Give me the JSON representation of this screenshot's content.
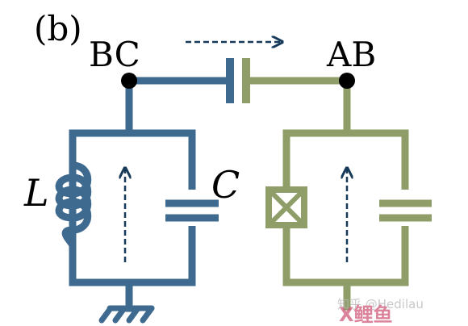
{
  "figure": {
    "panel_label": "(b)",
    "left_node_label": "BC",
    "right_node_label": "AB",
    "inductor_label": "L",
    "capacitor_label": "C",
    "watermark_text": "知乎 @Hedilau",
    "watermark_logo_text": "X鲤鱼"
  },
  "colors": {
    "left_circuit": "#3e6a8f",
    "right_circuit": "#8f9d68",
    "node": "#000000",
    "arrow": "#173a5a",
    "watermark": "#d05a7a"
  },
  "icons": {
    "junction": "josephson-junction-icon",
    "ground": "ground-icon",
    "arrow": "dashed-arrow-icon"
  }
}
